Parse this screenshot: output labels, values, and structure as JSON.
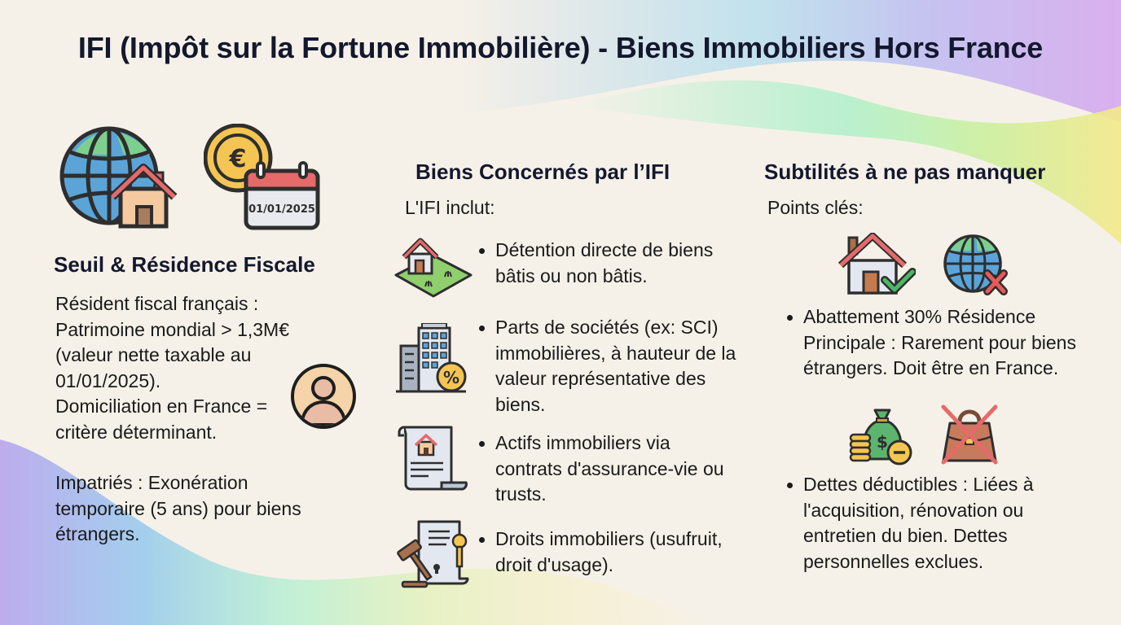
{
  "title": "IFI (Impôt sur la Fortune Immobilière) - Biens Immobiliers Hors France",
  "colors": {
    "background": "#f6f1e8",
    "heading": "#14182e",
    "text": "#1a1a1a",
    "globe_blue": "#5aa4d8",
    "globe_green": "#7ccf8e",
    "roof_red": "#e66a6a",
    "coin_yellow": "#f4c552",
    "check_green": "#4cb865",
    "cross_red": "#e85a5a"
  },
  "seuil": {
    "icons": [
      "globe-house-icon",
      "euro-coin-calendar-icon"
    ],
    "calendar_date": "01/01/2025",
    "heading": "Seuil & Résidence Fiscale",
    "paragraph1": "Résident fiscal français :\nPatrimoine mondial > 1,3M€\n(valeur nette taxable au\n01/01/2025).\nDomiciliation en France =\ncritère déterminant.",
    "paragraph2": "Impatriés : Exonération\ntemporaire (5 ans) pour biens\nétrangers.",
    "avatar_icon": "person-avatar-icon"
  },
  "biens": {
    "heading": "Biens Concernés par l’IFI",
    "intro": "L'IFI inclut:",
    "items": [
      {
        "icon": "house-land-icon",
        "text": "Détention directe de biens bâtis ou non bâtis."
      },
      {
        "icon": "building-percent-icon",
        "text": "Parts de sociétés (ex: SCI) immobilières, à hauteur de la valeur représentative des biens."
      },
      {
        "icon": "house-document-scroll-icon",
        "text": "Actifs immobiliers via contrats d'assurance-vie ou trusts."
      },
      {
        "icon": "gavel-deed-key-icon",
        "text": "Droits immobiliers (usufruit, droit d'usage)."
      }
    ]
  },
  "subtilites": {
    "heading": "Subtilités à ne pas manquer",
    "intro": "Points clés:",
    "points": [
      {
        "icons": [
          "house-check-icon",
          "globe-cross-icon"
        ],
        "text": "Abattement 30% Résidence Principale : Rarement pour biens étrangers. Doit être en France."
      },
      {
        "icons": [
          "money-bag-minus-icon",
          "handbag-crossed-icon"
        ],
        "text": "Dettes déductibles : Liées à l'acquisition, rénovation ou entretien du bien. Dettes personnelles exclues."
      }
    ]
  }
}
